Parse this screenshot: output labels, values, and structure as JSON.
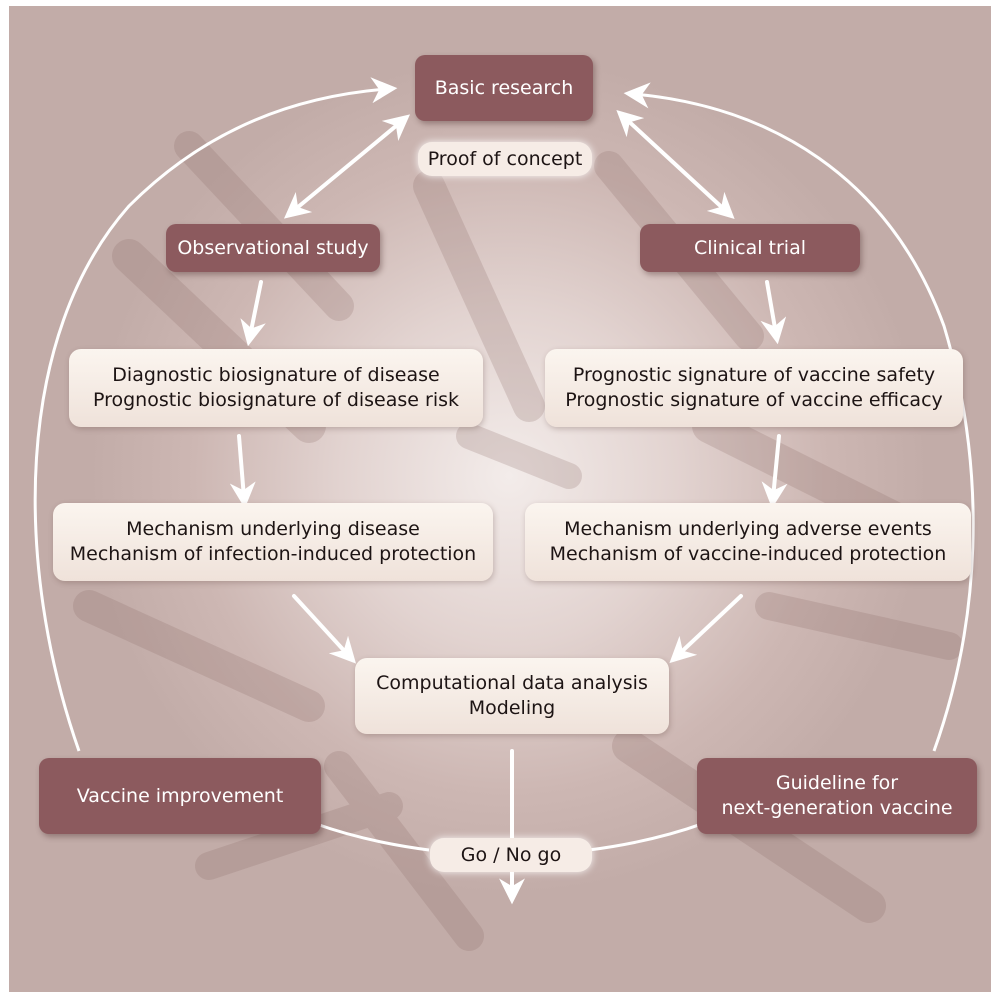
{
  "diagram": {
    "basic_research": "Basic research",
    "proof_of_concept": "Proof of concept",
    "observational_study": "Observational study",
    "clinical_trial": "Clinical trial",
    "disease_signatures": [
      "Diagnostic biosignature of disease",
      "Prognostic biosignature of disease risk"
    ],
    "vaccine_signatures": [
      "Prognostic signature of vaccine safety",
      "Prognostic signature of vaccine efficacy"
    ],
    "disease_mechanisms": [
      "Mechanism underlying disease",
      "Mechanism of infection-induced protection"
    ],
    "vaccine_mechanisms": [
      "Mechanism underlying adverse events",
      "Mechanism of vaccine-induced protection"
    ],
    "computational": [
      "Computational data analysis",
      "Modeling"
    ],
    "vaccine_improvement": "Vaccine improvement",
    "guideline": [
      "Guideline for",
      "next-generation vaccine"
    ],
    "go_no_go": "Go / No go"
  },
  "colors": {
    "dark_box": "#8c5a5e",
    "light_box": "#f4ebe4",
    "arrow": "#ffffff",
    "background": "#d9c8c4"
  }
}
